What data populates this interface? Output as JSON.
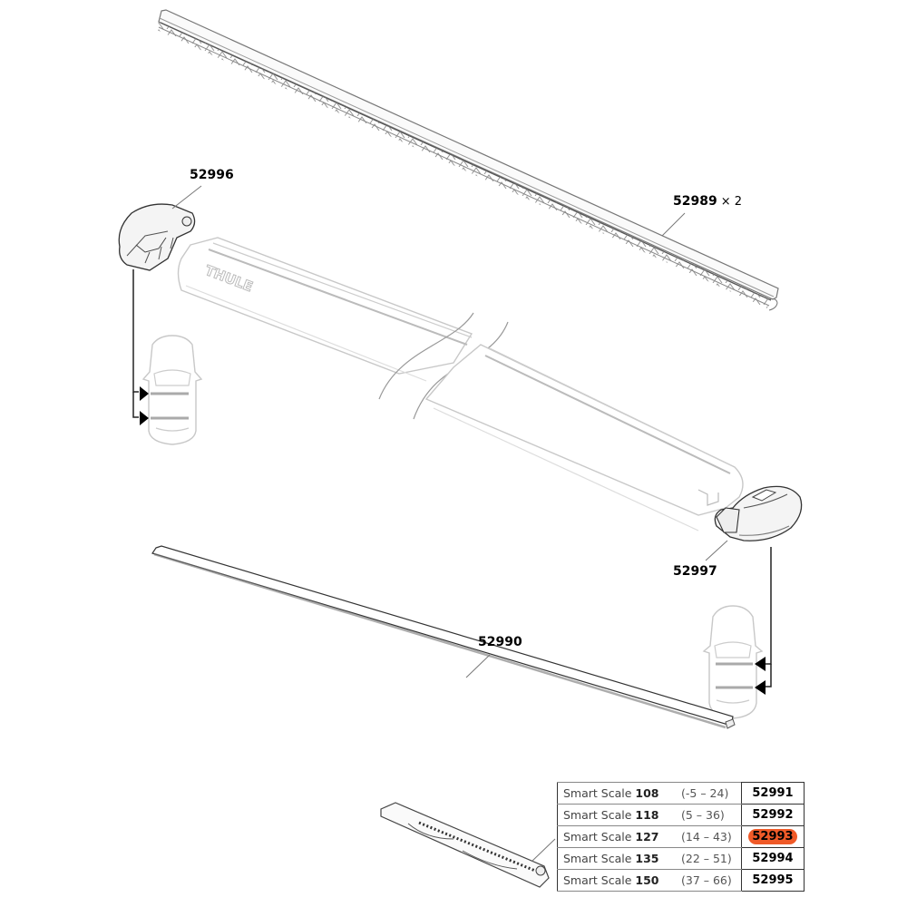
{
  "diagram": {
    "type": "exploded-parts-diagram",
    "brand_mark": "THULE",
    "parts": [
      {
        "id": "rail",
        "part_number": "52989",
        "quantity": "× 2"
      },
      {
        "id": "end-cap-left",
        "part_number": "52996"
      },
      {
        "id": "end-cap-right",
        "part_number": "52997"
      },
      {
        "id": "rubber-strip",
        "part_number": "52990"
      }
    ],
    "orientation_icons": [
      {
        "id": "car-left",
        "side": "left"
      },
      {
        "id": "car-right",
        "side": "right"
      }
    ]
  },
  "labels": {
    "rail": "52989",
    "rail_qty": "× 2",
    "end_cap_left": "52996",
    "end_cap_right": "52997",
    "rubber_strip": "52990",
    "logo": "THULE"
  },
  "scale_table": {
    "highlight_color": "#f05a28",
    "rows": [
      {
        "prefix": "Smart Scale",
        "size": "108",
        "range": "(-5 – 24)",
        "part": "52991",
        "highlighted": false
      },
      {
        "prefix": "Smart Scale",
        "size": "118",
        "range": "(5 – 36)",
        "part": "52992",
        "highlighted": false
      },
      {
        "prefix": "Smart Scale",
        "size": "127",
        "range": "(14 – 43)",
        "part": "52993",
        "highlighted": true
      },
      {
        "prefix": "Smart Scale",
        "size": "135",
        "range": "(22 – 51)",
        "part": "52994",
        "highlighted": false
      },
      {
        "prefix": "Smart Scale",
        "size": "150",
        "range": "(37 – 66)",
        "part": "52995",
        "highlighted": false
      }
    ]
  }
}
